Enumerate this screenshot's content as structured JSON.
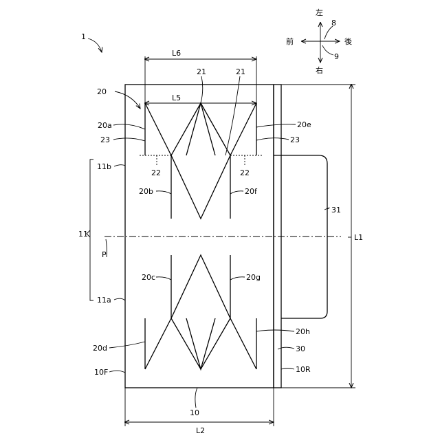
{
  "figure": {
    "ref_number": "1"
  },
  "compass": {
    "left": "左",
    "right": "右",
    "front": "前",
    "rear": "後",
    "axis_lr": "8",
    "axis_fr": "9"
  },
  "labels": {
    "body": "20",
    "body_a": "20a",
    "body_b": "20b",
    "body_c": "20c",
    "body_d": "20d",
    "body_e": "20e",
    "body_f": "20f",
    "body_g": "20g",
    "body_h": "20h",
    "fold_left": "21",
    "fold_right": "21",
    "edge_left": "22",
    "edge_right": "22",
    "strip_left": "23",
    "strip_right": "23",
    "panel": "11",
    "panel_a": "11a",
    "panel_b": "11b",
    "plane": "P",
    "base": "10",
    "base_front": "10F",
    "base_rear": "10R",
    "rear_wall": "30",
    "tab": "31"
  },
  "dimensions": {
    "L1": "L1",
    "L2": "L2",
    "L5": "L5",
    "L6": "L6"
  }
}
